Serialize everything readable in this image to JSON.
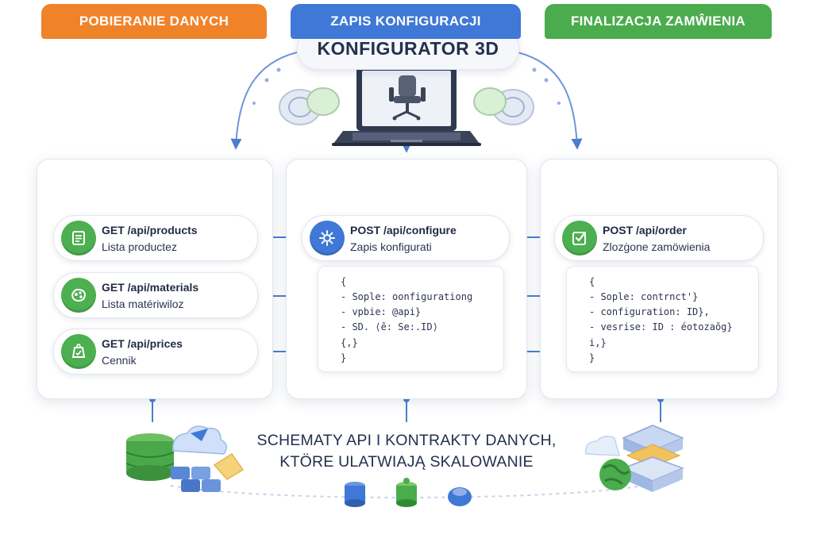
{
  "title": "KONFIGURATOR 3D",
  "panels": [
    {
      "header": "POBIERANIE DANYCH",
      "endpoints": [
        {
          "method": "GET /api/products",
          "desc": "Lista productez",
          "icon": "document-list-icon"
        },
        {
          "method": "GET /api/materials",
          "desc": "Lista matériwiloz",
          "icon": "material-swatch-icon"
        },
        {
          "method": "GET /api/prices",
          "desc": "Cennik",
          "icon": "price-tag-icon"
        }
      ]
    },
    {
      "header": "ZAPIS KONFIGURACJI",
      "endpoints": [
        {
          "method": "POST /api/configure",
          "desc": "Zapis konfigurati",
          "icon": "gear-icon"
        }
      ],
      "code": [
        "{",
        "- Sople: oonfigurationg",
        "- vpbie: @api}",
        "- SD. ⟨ê: Se:.ID⟩",
        "{,}",
        "}"
      ]
    },
    {
      "header": "FINALIZACJA ZAMŴIENIA",
      "endpoints": [
        {
          "method": "POST /api/order",
          "desc": "Zlozġone zamöwienia",
          "icon": "checklist-icon"
        }
      ],
      "code": [
        "{",
        "- Sople: contrnct'}",
        "- configuration: ID},",
        "- vesrise: ID : éotozaŏg}",
        "i,}",
        "}"
      ]
    }
  ],
  "footer": {
    "line1": "SCHEMATY API I KONTRAKTY DANYCH,",
    "line2": "KTÖRE ULATWIAJĄ SKALOWANIE"
  },
  "colors": {
    "orange": "#f0832a",
    "blue": "#3f78d6",
    "green": "#4aac4d",
    "connector": "#4a7fd0"
  }
}
